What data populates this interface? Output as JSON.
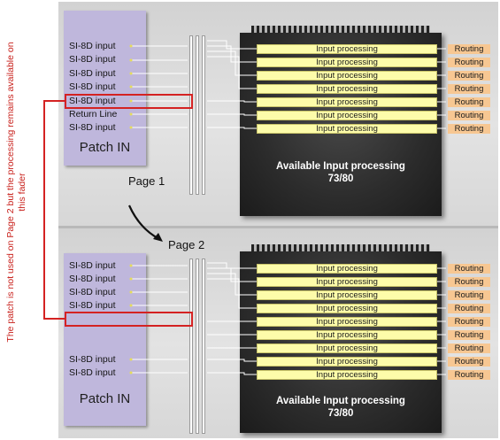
{
  "side_note": "The patch is not used on Page 2 but the processing  remains available on this fader",
  "page1_label": "Page 1",
  "page2_label": "Page 2",
  "top_section": {
    "patch_title": "Patch IN",
    "inputs": [
      "SI-8D input",
      "SI-8D input",
      "SI-8D input",
      "SI-8D input",
      "SI-8D input",
      "Return Line",
      "SI-8D input"
    ],
    "processing_label": "Input processing",
    "routing_label": "Routing",
    "available_title": "Available Input processing",
    "available_count": "73/80"
  },
  "bottom_section": {
    "patch_title": "Patch IN",
    "inputs": [
      "SI-8D input",
      "SI-8D input",
      "SI-8D input",
      "SI-8D input",
      "",
      "",
      "",
      "SI-8D input",
      "SI-8D input"
    ],
    "processing_label": "Input processing",
    "routing_label": "Routing",
    "available_title": "Available Input processing",
    "available_count": "73/80"
  }
}
